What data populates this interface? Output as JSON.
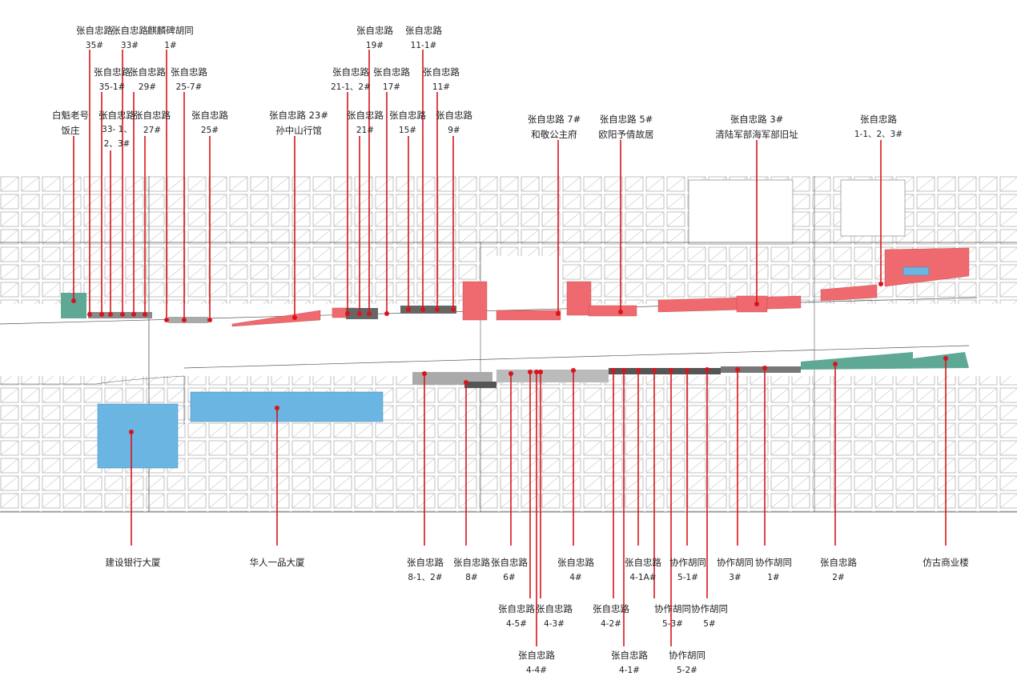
{
  "title": "张自忠路沿线建筑分布图",
  "colors": {
    "heritage_red": "#ef6a6f",
    "green": "#5fa896",
    "blue": "#6ab5e2",
    "gray": "#8a8a8a",
    "leader": "#d9141c"
  },
  "north_labels": [
    {
      "l1": "张自忠路",
      "l2": "35#"
    },
    {
      "l1": "张自忠路",
      "l2": "33#"
    },
    {
      "l1": "麒麟碑胡同",
      "l2": "1#"
    },
    {
      "l1": "张自忠路",
      "l2": "35-1#"
    },
    {
      "l1": "张自忠路",
      "l2": "29#"
    },
    {
      "l1": "张自忠路",
      "l2": "25-7#"
    },
    {
      "l1": "白魁老号",
      "l2": "饭庄"
    },
    {
      "l1": "张自忠路",
      "l2": "33- 1、",
      "l3": "2、3#"
    },
    {
      "l1": "张自忠路",
      "l2": "27#"
    },
    {
      "l1": "张自忠路",
      "l2": "25#"
    },
    {
      "l1": "张自忠路 23#",
      "l2": "孙中山行馆"
    },
    {
      "l1": "张自忠路",
      "l2": "19#"
    },
    {
      "l1": "张自忠路",
      "l2": "11-1#"
    },
    {
      "l1": "张自忠路",
      "l2": "21-1、2#"
    },
    {
      "l1": "张自忠路",
      "l2": "17#"
    },
    {
      "l1": "张自忠路",
      "l2": "11#"
    },
    {
      "l1": "张自忠路",
      "l2": "21#"
    },
    {
      "l1": "张自忠路",
      "l2": "15#"
    },
    {
      "l1": "张自忠路",
      "l2": "9#"
    },
    {
      "l1": "张自忠路 7#",
      "l2": "和敬公主府"
    },
    {
      "l1": "张自忠路 5#",
      "l2": "欧阳予倩故居"
    },
    {
      "l1": "张自忠路 3#",
      "l2": "清陆军部海军部旧址"
    },
    {
      "l1": "张自忠路",
      "l2": "1-1、2、3#"
    }
  ],
  "south_labels": [
    {
      "l1": "建设银行大厦"
    },
    {
      "l1": "华人一品大厦"
    },
    {
      "l1": "张自忠路",
      "l2": "8-1、2#"
    },
    {
      "l1": "张自忠路",
      "l2": "8#"
    },
    {
      "l1": "张自忠路",
      "l2": "6#"
    },
    {
      "l1": "张自忠路",
      "l2": "4#"
    },
    {
      "l1": "张自忠路",
      "l2": "4-1A#"
    },
    {
      "l1": "协作胡同",
      "l2": "5-1#"
    },
    {
      "l1": "协作胡同",
      "l2": "3#"
    },
    {
      "l1": "协作胡同",
      "l2": "1#"
    },
    {
      "l1": "张自忠路",
      "l2": "2#"
    },
    {
      "l1": "仿古商业楼"
    },
    {
      "l1": "张自忠路",
      "l2": "4-5#"
    },
    {
      "l1": "张自忠路",
      "l2": "4-3#"
    },
    {
      "l1": "张自忠路",
      "l2": "4-2#"
    },
    {
      "l1": "协作胡同",
      "l2": "5-3#"
    },
    {
      "l1": "协作胡同",
      "l2": "5#"
    },
    {
      "l1": "张自忠路",
      "l2": "4-4#"
    },
    {
      "l1": "张自忠路",
      "l2": "4-1#"
    },
    {
      "l1": "协作胡同",
      "l2": "5-2#"
    }
  ]
}
